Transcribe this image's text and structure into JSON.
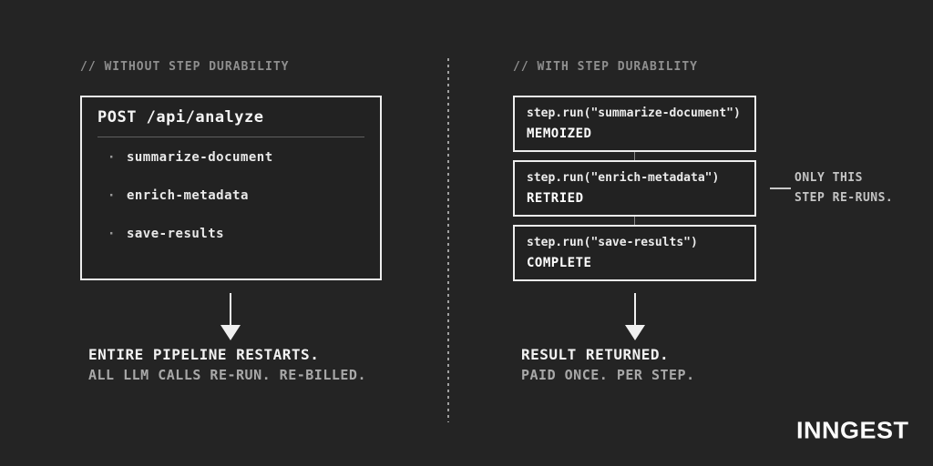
{
  "colors": {
    "background": "#242424",
    "box_border": "#ededed",
    "text_primary": "#f2f2f2",
    "text_muted": "#8f8f8f",
    "text_secondary": "#a8a8a8"
  },
  "left": {
    "header": "// WITHOUT STEP DURABILITY",
    "box": {
      "title": "POST /api/analyze",
      "bullet": "·",
      "items": [
        "summarize-document",
        "enrich-metadata",
        "save-results"
      ]
    },
    "result_line1": "ENTIRE PIPELINE RESTARTS.",
    "result_line2": "ALL LLM CALLS RE-RUN. RE-BILLED."
  },
  "right": {
    "header": "// WITH STEP DURABILITY",
    "steps": [
      {
        "code": "step.run(\"summarize-document\")",
        "status": "MEMOIZED"
      },
      {
        "code": "step.run(\"enrich-metadata\")",
        "status": "RETRIED"
      },
      {
        "code": "step.run(\"save-results\")",
        "status": "COMPLETE"
      }
    ],
    "annotation_line1": "ONLY THIS",
    "annotation_line2": "STEP RE-RUNS.",
    "result_line1": "RESULT RETURNED.",
    "result_line2": "PAID ONCE. PER STEP."
  },
  "footer": {
    "logo_text": "INNGEST"
  }
}
